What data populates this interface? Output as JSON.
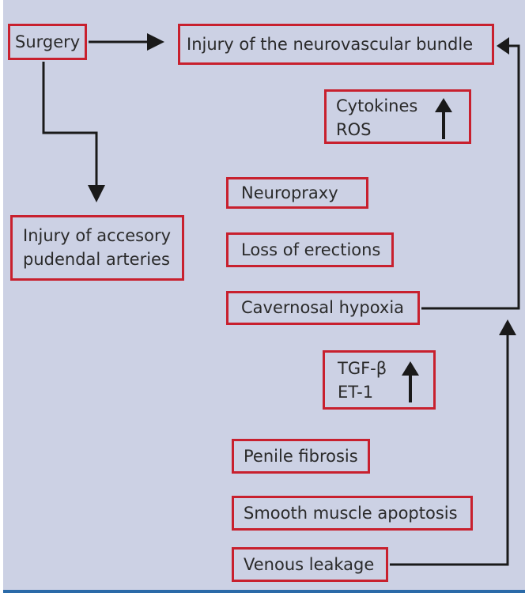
{
  "diagram": {
    "nodes": [
      {
        "id": "surgery",
        "lines": [
          "Surgery"
        ]
      },
      {
        "id": "injury-nv",
        "lines": [
          "Injury of the neurovascular bundle"
        ]
      },
      {
        "id": "cytokines",
        "lines": [
          "Cytokines",
          "ROS"
        ],
        "indicator": "up-arrow"
      },
      {
        "id": "injury-accessory",
        "lines": [
          "Injury of accesory",
          "pudendal arteries"
        ]
      },
      {
        "id": "neuropraxy",
        "lines": [
          "Neuropraxy"
        ]
      },
      {
        "id": "loss-erections",
        "lines": [
          "Loss of erections"
        ]
      },
      {
        "id": "cavernosal-hypoxia",
        "lines": [
          "Cavernosal hypoxia"
        ]
      },
      {
        "id": "tgf",
        "lines": [
          "TGF-β",
          "ET-1"
        ],
        "indicator": "up-arrow"
      },
      {
        "id": "penile-fibrosis",
        "lines": [
          "Penile fibrosis"
        ]
      },
      {
        "id": "smooth-muscle",
        "lines": [
          "Smooth muscle apoptosis"
        ]
      },
      {
        "id": "venous-leakage",
        "lines": [
          "Venous leakage"
        ]
      }
    ],
    "edges": [
      {
        "from": "surgery",
        "to": "injury-nv"
      },
      {
        "from": "surgery",
        "to": "injury-accessory"
      },
      {
        "from": "cavernosal-hypoxia",
        "to": "injury-nv"
      },
      {
        "from": "venous-leakage",
        "to": "cavernosal-hypoxia"
      }
    ],
    "colors": {
      "background": "#ccd1e4",
      "box_border": "#c8202e",
      "arrow": "#1a1a1a",
      "frame": "#2a6aa8"
    }
  }
}
